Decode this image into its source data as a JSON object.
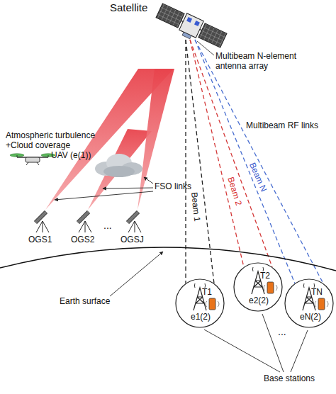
{
  "diagram": {
    "nodes": [
      {
        "text": [
          "T1",
          "e1(2)"
        ]
      },
      {
        "text": [
          "T2",
          "e2(2)"
        ]
      },
      {
        "text": [
          "TN",
          "eN(2)"
        ]
      }
    ],
    "labels": [
      "Satellite",
      "Multibeam N-element antenna array",
      "Atmospheric turbulence +Cloud coverage",
      "UAV (e(1))",
      "FSO links",
      "Multibeam RF links",
      "Beam 1",
      "Beam 2",
      "Beam N",
      "OGS1",
      "OGS2",
      "...",
      "OGSJ",
      "Earth surface",
      "...",
      "Base stations"
    ]
  }
}
